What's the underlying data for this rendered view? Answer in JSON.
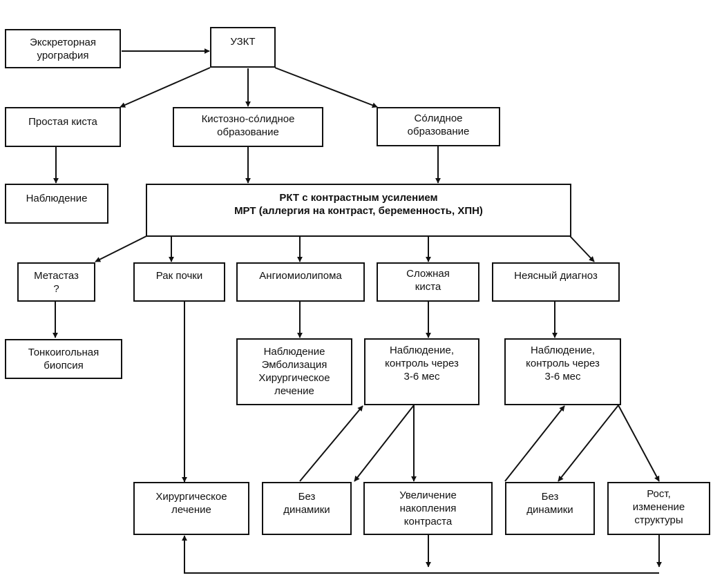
{
  "nodes": {
    "excretory_urography": "Экскреторная\nурография",
    "uzkt": "УЗКТ",
    "simple_cyst": "Простая киста",
    "cystic_solid": "Кистозно-со́лидное\nобразование",
    "solid": "Со́лидное\nобразование",
    "observation_1": "Наблюдение",
    "rkt": "РКТ с контрастным усилением\nМРТ (аллергия на контраст, беременность, ХПН)",
    "metastasis": "Метастаз\n?",
    "kidney_cancer": "Рак почки",
    "angiomyolipoma": "Ангиомиолипома",
    "complex_cyst": "Сложная\nкиста",
    "unclear_diagnosis": "Неясный диагноз",
    "fine_needle_biopsy": "Тонкоигольная\nбиопсия",
    "aml_management": "Наблюдение\nЭмболизация\nХирургическое\nлечение",
    "cyst_followup": "Наблюдение,\nконтроль через\n3-6 мес",
    "unclear_followup": "Наблюдение,\nконтроль через\n3-6 мес",
    "surgery": "Хирургическое\nлечение",
    "no_dynamics_1": "Без\nдинамики",
    "contrast_increase": "Увеличение\nнакопления\nконтраста",
    "no_dynamics_2": "Без\nдинамики",
    "growth_change": "Рост,\nизменение\nструктуры"
  }
}
